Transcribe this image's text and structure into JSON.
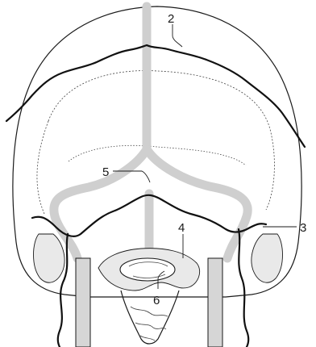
{
  "figure": {
    "labels": [
      {
        "id": "2",
        "text": "2"
      },
      {
        "id": "3",
        "text": "3"
      },
      {
        "id": "4",
        "text": "4"
      },
      {
        "id": "5",
        "text": "5"
      },
      {
        "id": "6",
        "text": "6"
      }
    ]
  }
}
